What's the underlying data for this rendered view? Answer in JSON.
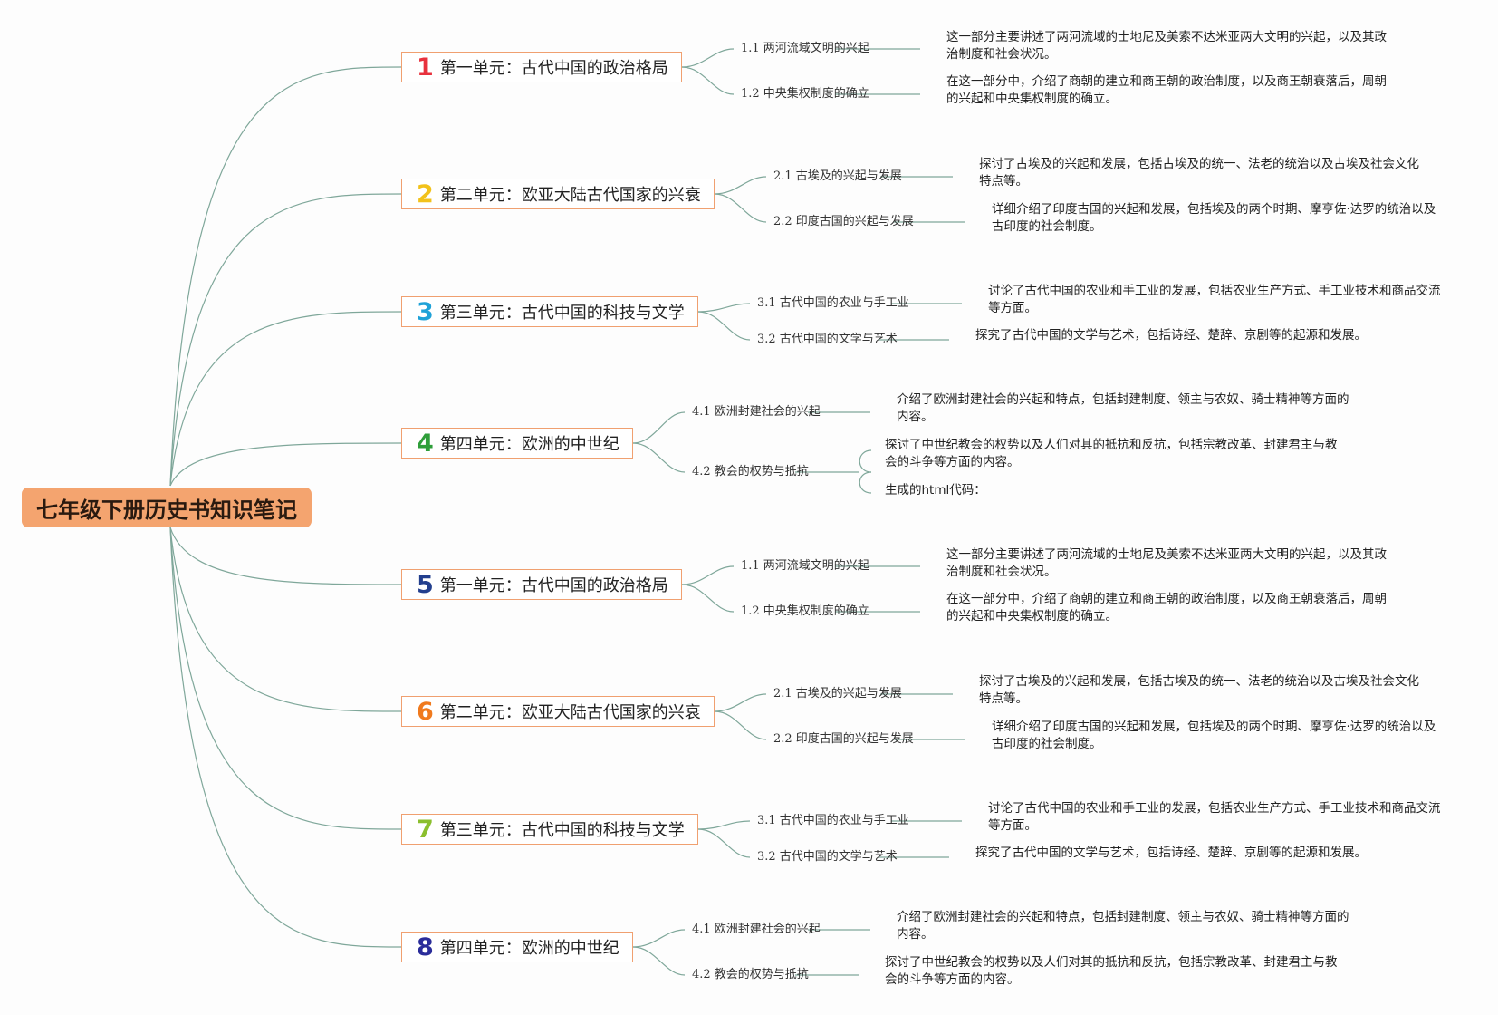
{
  "root": {
    "label": "七年级下册历史书知识笔记"
  },
  "colors": {
    "link": "#7fa79a",
    "unit_border": "#f0a070",
    "root_bg": "#f4a46f"
  },
  "units": [
    {
      "num": "1",
      "num_color": "#e8313d",
      "title": "第一单元：古代中国的政治格局",
      "items": [
        {
          "label": "1.1 两河流域文明的兴起",
          "notes": [
            "这一部分主要讲述了两河流域的士地尼及美索不达米亚两大文明的兴起，以及其政治制度和社会状况。"
          ]
        },
        {
          "label": "1.2 中央集权制度的确立",
          "notes": [
            "在这一部分中，介绍了商朝的建立和商王朝的政治制度，以及商王朝衰落后，周朝的兴起和中央集权制度的确立。"
          ]
        }
      ]
    },
    {
      "num": "2",
      "num_color": "#f2c21b",
      "title": "第二单元：欧亚大陆古代国家的兴衰",
      "items": [
        {
          "label": "2.1 古埃及的兴起与发展",
          "notes": [
            "探讨了古埃及的兴起和发展，包括古埃及的统一、法老的统治以及古埃及社会文化特点等。"
          ]
        },
        {
          "label": "2.2 印度古国的兴起与发展",
          "notes": [
            "详细介绍了印度古国的兴起和发展，包括埃及的两个时期、摩亨佐·达罗的统治以及古印度的社会制度。"
          ]
        }
      ]
    },
    {
      "num": "3",
      "num_color": "#1fa2d8",
      "title": "第三单元：古代中国的科技与文学",
      "items": [
        {
          "label": "3.1 古代中国的农业与手工业",
          "notes": [
            "讨论了古代中国的农业和手工业的发展，包括农业生产方式、手工业技术和商品交流等方面。"
          ]
        },
        {
          "label": "3.2 古代中国的文学与艺术",
          "notes": [
            "探究了古代中国的文学与艺术，包括诗经、楚辞、京剧等的起源和发展。"
          ]
        }
      ]
    },
    {
      "num": "4",
      "num_color": "#2f9e3a",
      "title": "第四单元：欧洲的中世纪",
      "items": [
        {
          "label": "4.1 欧洲封建社会的兴起",
          "notes": [
            "介绍了欧洲封建社会的兴起和特点，包括封建制度、领主与农奴、骑士精神等方面的内容。"
          ]
        },
        {
          "label": "4.2 教会的权势与抵抗",
          "notes": [
            "探讨了中世纪教会的权势以及人们对其的抵抗和反抗，包括宗教改革、封建君主与教会的斗争等方面的内容。",
            "生成的html代码："
          ]
        }
      ]
    },
    {
      "num": "5",
      "num_color": "#233f8e",
      "title": "第一单元：古代中国的政治格局",
      "items": [
        {
          "label": "1.1 两河流域文明的兴起",
          "notes": [
            "这一部分主要讲述了两河流域的士地尼及美索不达米亚两大文明的兴起，以及其政治制度和社会状况。"
          ]
        },
        {
          "label": "1.2 中央集权制度的确立",
          "notes": [
            "在这一部分中，介绍了商朝的建立和商王朝的政治制度，以及商王朝衰落后，周朝的兴起和中央集权制度的确立。"
          ]
        }
      ]
    },
    {
      "num": "6",
      "num_color": "#f07a1e",
      "title": "第二单元：欧亚大陆古代国家的兴衰",
      "items": [
        {
          "label": "2.1 古埃及的兴起与发展",
          "notes": [
            "探讨了古埃及的兴起和发展，包括古埃及的统一、法老的统治以及古埃及社会文化特点等。"
          ]
        },
        {
          "label": "2.2 印度古国的兴起与发展",
          "notes": [
            "详细介绍了印度古国的兴起和发展，包括埃及的两个时期、摩亨佐·达罗的统治以及古印度的社会制度。"
          ]
        }
      ]
    },
    {
      "num": "7",
      "num_color": "#8bbf2e",
      "title": "第三单元：古代中国的科技与文学",
      "items": [
        {
          "label": "3.1 古代中国的农业与手工业",
          "notes": [
            "讨论了古代中国的农业和手工业的发展，包括农业生产方式、手工业技术和商品交流等方面。"
          ]
        },
        {
          "label": "3.2 古代中国的文学与艺术",
          "notes": [
            "探究了古代中国的文学与艺术，包括诗经、楚辞、京剧等的起源和发展。"
          ]
        }
      ]
    },
    {
      "num": "8",
      "num_color": "#2a2c9a",
      "title": "第四单元：欧洲的中世纪",
      "items": [
        {
          "label": "4.1 欧洲封建社会的兴起",
          "notes": [
            "介绍了欧洲封建社会的兴起和特点，包括封建制度、领主与农奴、骑士精神等方面的内容。"
          ]
        },
        {
          "label": "4.2 教会的权势与抵抗",
          "notes": [
            "探讨了中世纪教会的权势以及人们对其的抵抗和反抗，包括宗教改革、封建君主与教会的斗争等方面的内容。"
          ]
        }
      ]
    }
  ]
}
